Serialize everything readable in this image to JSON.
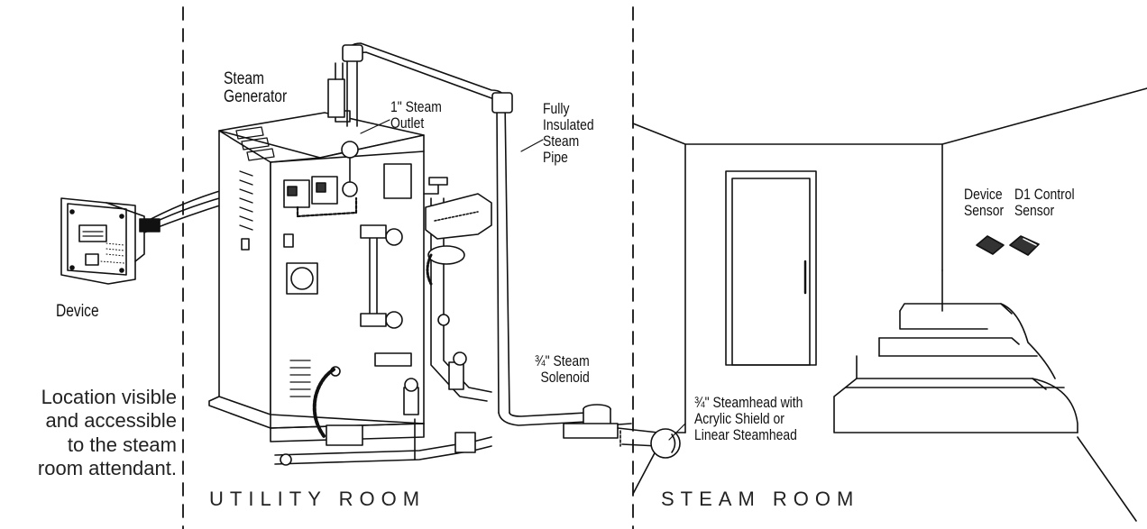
{
  "labels": {
    "steam_generator": "Steam\nGenerator",
    "steam_outlet": "1\" Steam\nOutlet",
    "insulated_pipe": "Fully\nInsulated\nSteam\nPipe",
    "device": "Device",
    "device_sensor": "Device\nSensor",
    "d1_control_sensor": "D1 Control\nSensor",
    "steam_solenoid": "¾\" Steam\nSolenoid",
    "steamhead": "¾\" Steamhead with\nAcrylic Shield or\nLinear Steamhead",
    "location_note": "Location visible\nand accessible\nto the steam\nroom attendant.",
    "utility_room": "UTILITY ROOM",
    "steam_room": "STEAM ROOM"
  }
}
